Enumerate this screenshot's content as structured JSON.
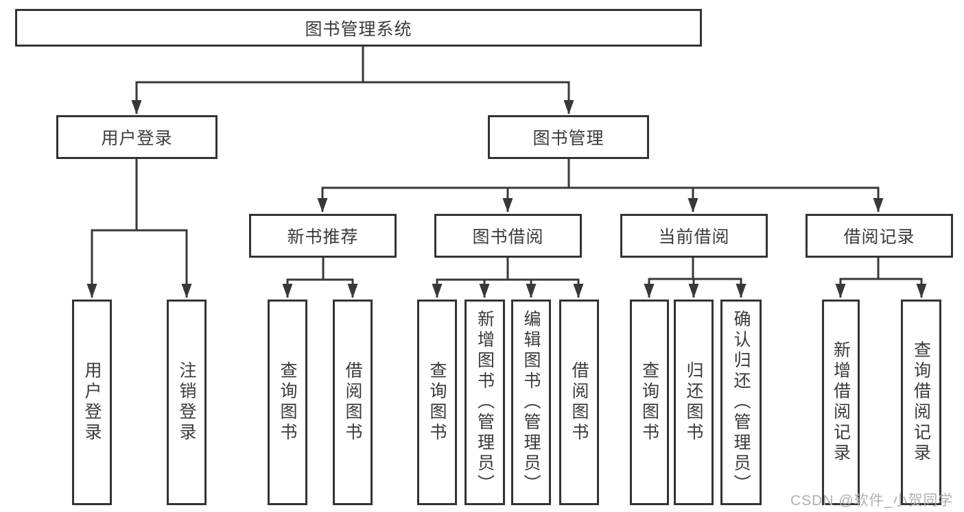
{
  "tree": {
    "root": {
      "label": "图书管理系统"
    },
    "user_branch": {
      "label": "用户登录",
      "children": [
        {
          "label": "用户登录"
        },
        {
          "label": "注销登录"
        }
      ]
    },
    "book_branch": {
      "label": "图书管理",
      "sections": [
        {
          "label": "新书推荐",
          "children": [
            {
              "label": "查询图书"
            },
            {
              "label": "借阅图书"
            }
          ]
        },
        {
          "label": "图书借阅",
          "children": [
            {
              "label": "查询图书"
            },
            {
              "label": "新增图书（管理员）"
            },
            {
              "label": "编辑图书（管理员）"
            },
            {
              "label": "借阅图书"
            }
          ]
        },
        {
          "label": "当前借阅",
          "children": [
            {
              "label": "查询图书"
            },
            {
              "label": "归还图书"
            },
            {
              "label": "确认归还（管理员）"
            }
          ]
        },
        {
          "label": "借阅记录",
          "children": [
            {
              "label": "新增借阅记录"
            },
            {
              "label": "查询借阅记录"
            }
          ]
        }
      ]
    }
  },
  "watermark": "CSDN @软件_小贺同学",
  "colors": {
    "line": "#383838",
    "text": "#3a3a3a",
    "box_background": "#ffffff",
    "watermark": "#b0b0b0",
    "page_background": "#ffffff"
  }
}
